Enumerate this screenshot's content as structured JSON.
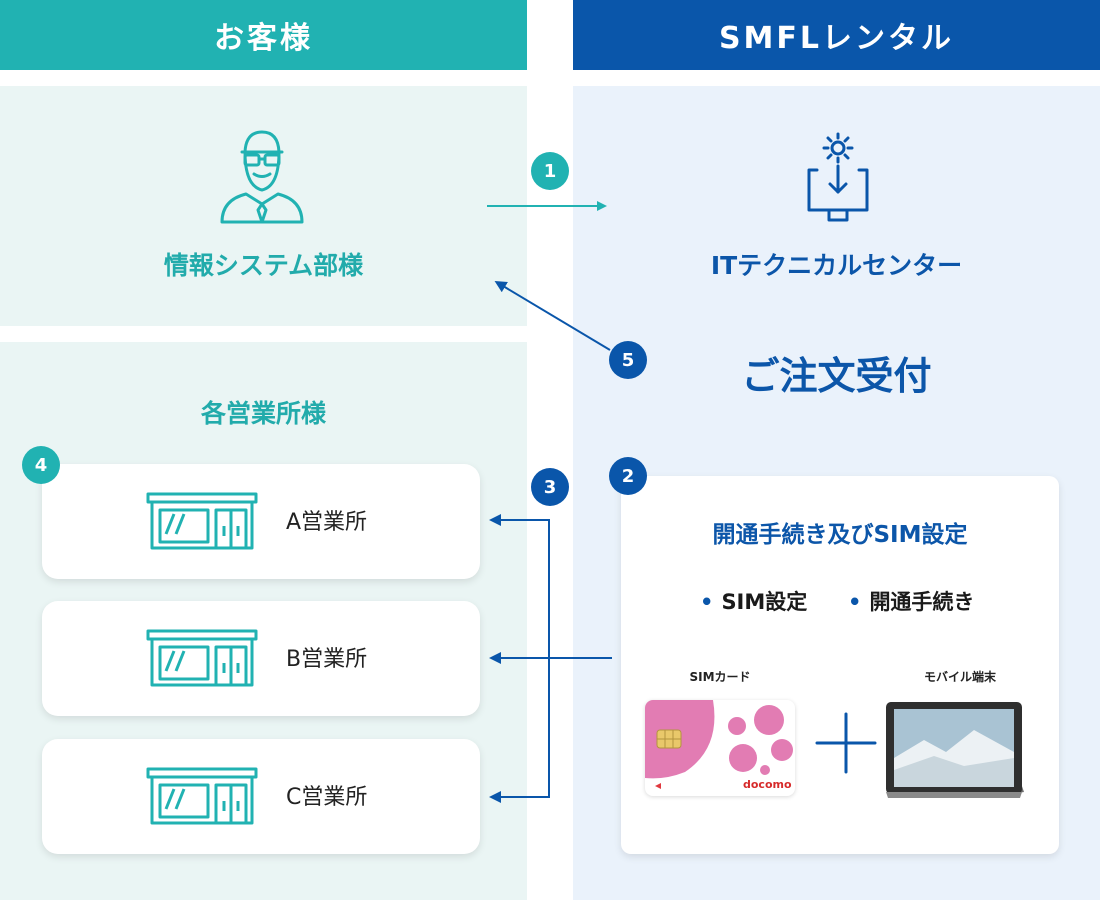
{
  "headers": {
    "customer": "お客様",
    "smfl": "SMFLレンタル"
  },
  "customer": {
    "it_dept": "情報システム部様",
    "branches_title": "各営業所様",
    "offices": [
      {
        "label": "A営業所"
      },
      {
        "label": "B営業所"
      },
      {
        "label": "C営業所"
      }
    ]
  },
  "smfl": {
    "tech_center": "ITテクニカルセンター",
    "order_receipt": "ご注文受付",
    "setup_title": "開通手続き及びSIM設定",
    "bullets": [
      "SIM設定",
      "開通手続き"
    ],
    "sim_label": "SIMカード",
    "device_label": "モバイル端末",
    "sim_brand": "docomo"
  },
  "steps": [
    "1",
    "2",
    "3",
    "4",
    "5"
  ],
  "colors": {
    "teal": "#21b2b2",
    "blue": "#0a56aa",
    "panel_teal": "#eaf5f4",
    "panel_blue": "#eaf2fb",
    "sim_pink": "#e27cb3"
  },
  "icons": [
    "person-icon",
    "gear-monitor-icon",
    "store-icon",
    "sim-card-icon",
    "tablet-icon",
    "plus-icon"
  ]
}
